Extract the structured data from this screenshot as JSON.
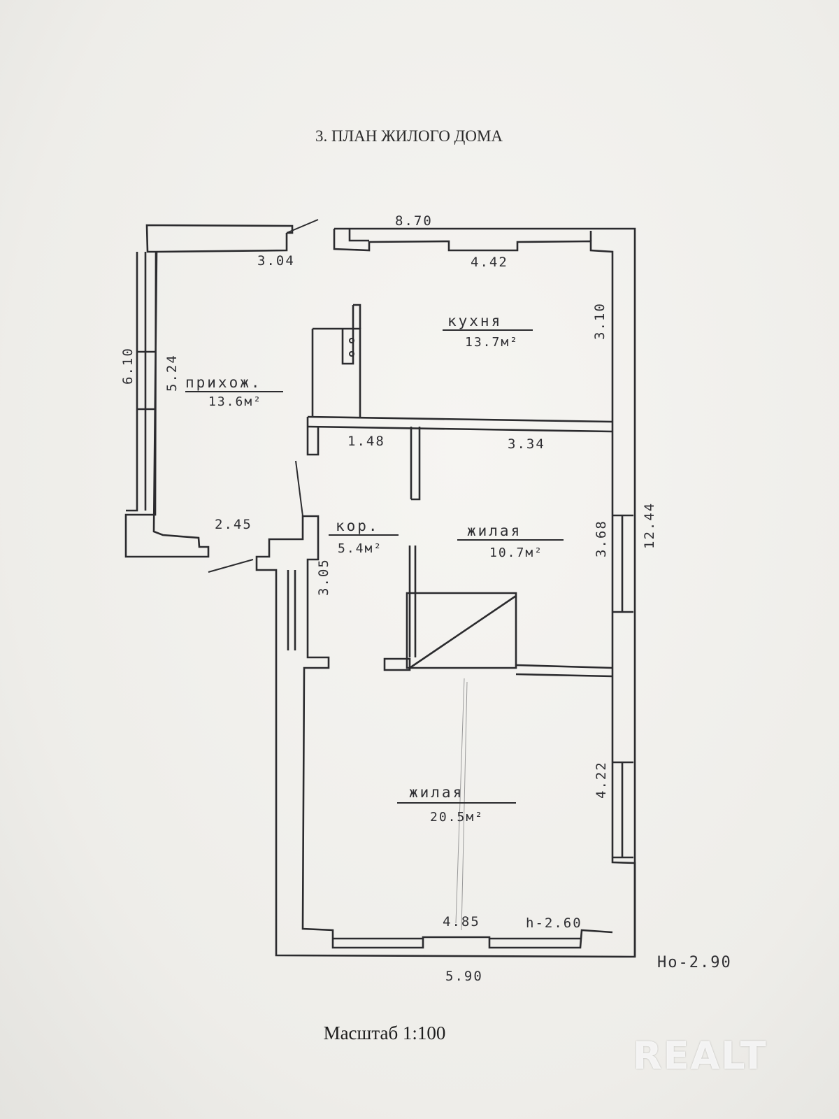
{
  "title": "3. ПЛАН ЖИЛОГО ДОМА",
  "scale": "Масштаб 1:100",
  "watermark": "REALT",
  "rooms": [
    {
      "name": "кухня",
      "area": "13.7м²"
    },
    {
      "name": "прихож.",
      "area": "13.6м²"
    },
    {
      "name": "кор.",
      "area": "5.4м²"
    },
    {
      "name": "жилая",
      "area": "10.7м²"
    },
    {
      "name": "жилая",
      "area": "20.5м²"
    }
  ],
  "dimensions": {
    "top_total": "8.70",
    "hall_top": "3.04",
    "kitchen_top": "4.42",
    "kitchen_right": "3.10",
    "left_outer": "6.10",
    "hall_left": "5.24",
    "wall_gap": "1.48",
    "wall_span": "3.34",
    "hall_bottom": "2.45",
    "corridor_height": "3.05",
    "living1_right": "3.68",
    "overall_right": "12.44",
    "living2_right": "4.22",
    "living2_bottom": "4.85",
    "ceiling_height": "h-2.60",
    "bottom_outer": "5.90",
    "outer_height": "Hо-2.90"
  }
}
